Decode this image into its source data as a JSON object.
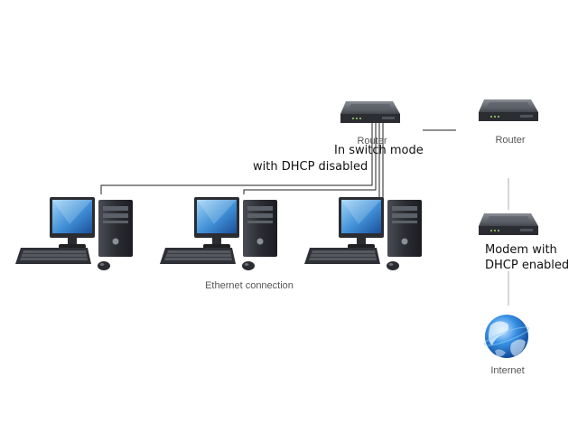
{
  "labels": {
    "router_left": "Router",
    "router_right": "Router",
    "switch_mode_line1": "In switch mode",
    "switch_mode_line2": "with DHCP disabled",
    "ethernet": "Ethernet connection",
    "modem_line1": "Modem with",
    "modem_line2": "DHCP enabled",
    "internet": "Internet"
  },
  "icons": {
    "computer": "desktop-computer-icon",
    "router": "router-icon",
    "modem": "modem-icon",
    "globe": "globe-icon"
  },
  "colors": {
    "device_body": "#3a3d44",
    "screen": "#5aa8e0",
    "globe": "#1f74c8"
  }
}
